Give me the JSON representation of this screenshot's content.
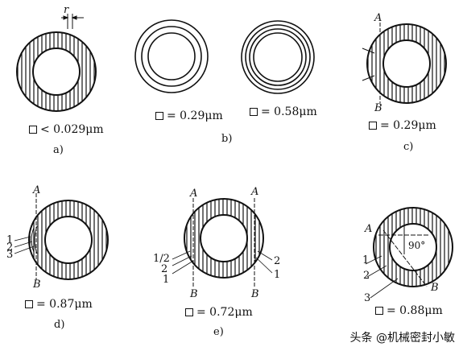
{
  "figures": {
    "a": {
      "label": "a)",
      "value": "< 0.029μm",
      "r_label": "r"
    },
    "b": {
      "label": "b)",
      "value_left": "= 0.29μm",
      "value_right": "= 0.58μm"
    },
    "c": {
      "label": "c)",
      "value": "= 0.29μm",
      "point_a": "A",
      "point_b": "B"
    },
    "d": {
      "label": "d)",
      "value": "= 0.87μm",
      "point_a": "A",
      "point_b": "B",
      "marks": [
        "1",
        "2",
        "3"
      ]
    },
    "e": {
      "label": "e)",
      "value": "= 0.72μm",
      "point_a": "A",
      "point_b": "B",
      "marks_left": [
        "1/2",
        "2",
        "1"
      ],
      "marks_right": [
        "2",
        "1"
      ]
    },
    "f": {
      "value": "= 0.88μm",
      "point_a": "A",
      "point_b": "B",
      "angle": "90°",
      "marks": [
        "1",
        "2",
        "3"
      ]
    }
  },
  "watermark": "头条 @机械密封小敏"
}
